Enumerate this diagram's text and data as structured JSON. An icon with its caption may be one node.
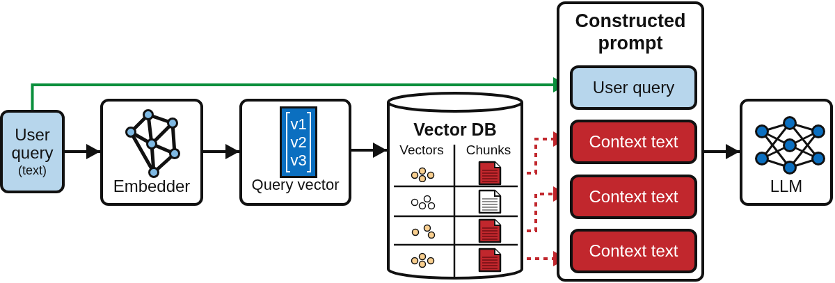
{
  "diagram": {
    "nodes": [
      {
        "text": [
          "User query",
          "(text)"
        ]
      },
      {
        "text": [
          "Embedder"
        ]
      },
      {
        "text": [
          "Query vector"
        ]
      },
      {
        "text": [
          "Vector DB"
        ]
      },
      {
        "text": [],
        "shape": "document",
        "in": 3
      },
      {
        "text": [],
        "shape": "document",
        "in": 3
      },
      {
        "text": [],
        "shape": "document",
        "in": 3
      },
      {
        "text": [],
        "shape": "document",
        "in": 3
      },
      {
        "text": [
          "Constructed prompt"
        ]
      },
      {
        "text": [
          "User query"
        ],
        "in": 8
      },
      {
        "text": [
          "Context text"
        ],
        "in": 8
      },
      {
        "text": [
          "Context text"
        ],
        "in": 8
      },
      {
        "text": [
          "Context text"
        ],
        "in": 8
      },
      {
        "text": [
          "LLM"
        ]
      }
    ],
    "edges": [
      {
        "from": 0,
        "to": 1,
        "arrow": "to"
      },
      {
        "from": 1,
        "to": 2,
        "arrow": "to"
      },
      {
        "from": 2,
        "to": 3,
        "arrow": "to"
      },
      {
        "from": 0,
        "to": 9,
        "arrow": "to",
        "color": "#0a8f3c"
      },
      {
        "from": 4,
        "to": 10,
        "arrow": "to",
        "style": "dashed",
        "color": "#c1272d"
      },
      {
        "from": 6,
        "to": 11,
        "arrow": "to",
        "style": "dashed",
        "color": "#c1272d"
      },
      {
        "from": 7,
        "to": 12,
        "arrow": "to",
        "style": "dashed",
        "color": "#c1272d"
      },
      {
        "from": 8,
        "to": 13,
        "arrow": "to"
      }
    ],
    "labels": [
      "v1",
      "v2",
      "v3",
      "Vectors",
      "Chunks"
    ]
  }
}
